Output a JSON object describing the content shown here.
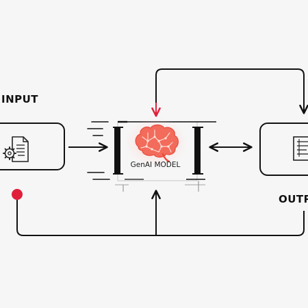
{
  "diagram": {
    "input_label": "INPUT",
    "output_label": "OUTP",
    "model_label": "GenAI MODEL",
    "colors": {
      "background": "#f6f6f7",
      "line": "#111111",
      "accent": "#e0203a",
      "brain": "#f26b5b"
    },
    "icons": {
      "input": "document-gear-icon",
      "model": "brain-icon",
      "output": "text-document-icon"
    }
  }
}
